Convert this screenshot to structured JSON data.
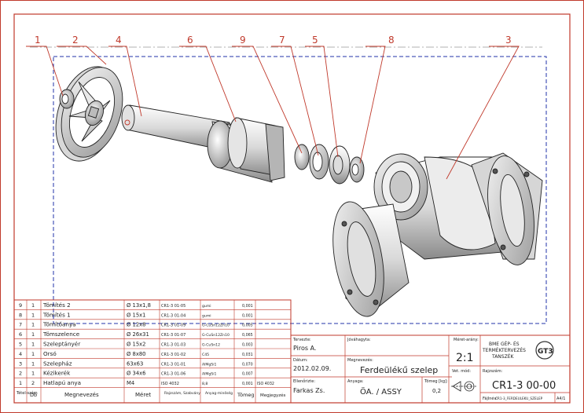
{
  "balloons": [
    {
      "num": "1"
    },
    {
      "num": "2"
    },
    {
      "num": "4"
    },
    {
      "num": "6"
    },
    {
      "num": "9"
    },
    {
      "num": "7"
    },
    {
      "num": "5"
    },
    {
      "num": "8"
    },
    {
      "num": "3"
    }
  ],
  "bom": {
    "rows": [
      {
        "pos": "9",
        "qty": "1",
        "name": "Tömítés 2",
        "size": "Ø 13x1,8",
        "drawing": "CR1-3 01-05",
        "material": "gumi",
        "mass": "0,001"
      },
      {
        "pos": "8",
        "qty": "1",
        "name": "Tömítés 1",
        "size": "Ø 15x1",
        "drawing": "CR1-3 01-04",
        "material": "gumi",
        "mass": "0,001"
      },
      {
        "pos": "7",
        "qty": "1",
        "name": "Tömítőanya",
        "size": "Ø 12x8",
        "drawing": "CR1-3 01-09",
        "material": "G-CuSn12Zn10",
        "mass": "0,005"
      },
      {
        "pos": "6",
        "qty": "1",
        "name": "Tömszelence",
        "size": "Ø 26x31",
        "drawing": "CR1-3 01-07",
        "material": "G-CuSn12Zn10",
        "mass": "0,065"
      },
      {
        "pos": "5",
        "qty": "1",
        "name": "Szeleptányér",
        "size": "Ø 15x2",
        "drawing": "CR1-3 01-03",
        "material": "G-CuSn12",
        "mass": "0,003"
      },
      {
        "pos": "4",
        "qty": "1",
        "name": "Orsó",
        "size": "Ø 8x80",
        "drawing": "CR1-3 01-02",
        "material": "C45",
        "mass": "0,031"
      },
      {
        "pos": "3",
        "qty": "1",
        "name": "Szelepház",
        "size": "63x63",
        "drawing": "CR1-3 01-01",
        "material": "AlMgSi1",
        "mass": "0,070"
      },
      {
        "pos": "2",
        "qty": "1",
        "name": "Kézikerék",
        "size": "Ø 34x6",
        "drawing": "CR1-3 01-06",
        "material": "AlMgSi1",
        "mass": "0,007"
      },
      {
        "pos": "1",
        "qty": "2",
        "name": "Hatlapú anya",
        "size": "M4",
        "drawing": "ISO 4032",
        "material": "8,8",
        "mass": "0,001",
        "extra": "ISO 4032"
      }
    ],
    "headers": {
      "pos": "Tétel-szám",
      "qty": "Db",
      "name": "Megnevezés",
      "size": "Méret",
      "drawing": "Rajzszám, Szabvány",
      "material": "Anyag-minőség",
      "mass": "Tömeg",
      "note": "Megjegyzés"
    }
  },
  "titleblock": {
    "drawn_label": "Tervezte:",
    "drawn_value": "Piros A.",
    "date_label": "Dátum:",
    "date_value": "2012.02.09.",
    "checked_label": "Ellenőrizte:",
    "checked_value": "Farkas Zs.",
    "approved_label": "Jóváhagyta:",
    "name_label": "Megnevezés:",
    "name_value": "Ferdeülékű szelep",
    "material_label": "Anyaga:",
    "material_value": "ÖA. / ASSY",
    "mass_label": "Tömeg [kg]:",
    "mass_value": "0,2",
    "scale_label": "Méret-arány:",
    "scale_value": "2:1",
    "proj_label": "Vet. mód:",
    "dwgno_label": "Rajzszám:",
    "dwgno_value": "CR1-3 00-00",
    "file_label": "Fájlnév:",
    "file_value": "CR1-3_FERDEULEKU_SZELEP",
    "sheet_label": "A4/1",
    "dept_line1": "BME GÉP- ÉS",
    "dept_line2": "TERMÉKTERVEZÉS",
    "dept_line3": "TANSZÉK",
    "logo": "GT3"
  }
}
